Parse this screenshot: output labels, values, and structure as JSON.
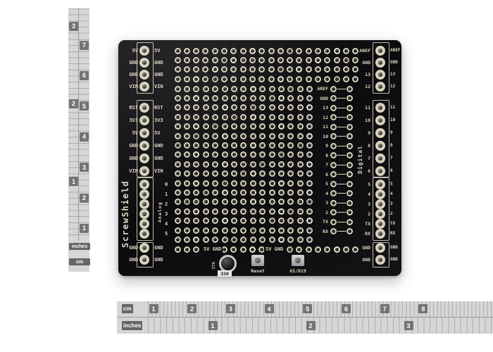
{
  "scene": {
    "background": "#ffffff"
  },
  "board": {
    "title": "ScrewShield",
    "colors": {
      "pcb": "#0c0c0e",
      "silkscreen": "#ded8c4",
      "pad_ring": "#d8d1bb"
    },
    "left": {
      "power": [
        "5V",
        "GND",
        "GND",
        "VIN"
      ],
      "control": [
        "RST",
        "3V3",
        "5V",
        "GND",
        "GND",
        "VIN"
      ],
      "analog_title": "Analog",
      "analog": [
        "0",
        "1",
        "2",
        "3",
        "4",
        "5"
      ],
      "ground": [
        "GND",
        "GND"
      ]
    },
    "center": {
      "header": [
        "AREF",
        "GND",
        "13",
        "12",
        "11",
        "10",
        "9",
        "8",
        "7",
        "6",
        "5",
        "4",
        "3",
        "2",
        "TX",
        "RX"
      ],
      "rail_left": "5V GND",
      "rail_right": "5V GND"
    },
    "right": {
      "digital_title": "Digital",
      "top": [
        "AREF",
        "GND",
        "13",
        "12"
      ],
      "mid": [
        "11",
        "10",
        "9",
        "8",
        "7",
        "6"
      ],
      "low": [
        "5",
        "4",
        "3",
        "2",
        "TX",
        "RX"
      ],
      "ground": [
        "GND",
        "GND"
      ]
    },
    "components": {
      "resistor_label": "330",
      "led_label": "CTO",
      "reset_label": "Reset",
      "aux_label": "A5/D19"
    }
  },
  "rulers": {
    "left": {
      "inches": [
        "3",
        "2",
        "1"
      ],
      "cm": [
        "7",
        "6",
        "5",
        "4",
        "3",
        "2",
        "1"
      ],
      "inches_caption": "inches",
      "cm_caption": "cm"
    },
    "bottom": {
      "cm": [
        "1",
        "2",
        "3",
        "4",
        "5",
        "6",
        "7",
        "8"
      ],
      "inches": [
        "1",
        "2",
        "3"
      ],
      "cm_caption": "cm",
      "inches_caption": "inches"
    }
  }
}
